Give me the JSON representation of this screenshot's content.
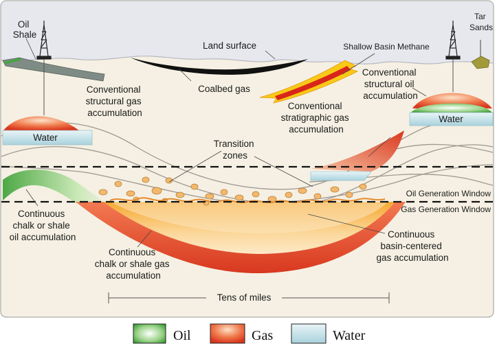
{
  "labels": {
    "oil_shale": [
      "Oil",
      "Shale"
    ],
    "tar_sands": [
      "Tar",
      "Sands"
    ],
    "land_surface": "Land surface",
    "shallow_basin_methane": "Shallow Basin Methane",
    "coalbed_gas": "Coalbed gas",
    "conv_struct_gas": [
      "Conventional",
      "structural gas",
      "accumulation"
    ],
    "conv_struct_oil": [
      "Conventional",
      "structural oil",
      "accumulation"
    ],
    "conv_strat_gas": [
      "Conventional",
      "stratigraphic gas",
      "accumulation"
    ],
    "water_left": "Water",
    "water_right": "Water",
    "transition_zones": [
      "Transition",
      "zones"
    ],
    "oil_window": "Oil Generation Window",
    "gas_window": "Gas Generation Window",
    "cont_chalk_oil": [
      "Continuous",
      "chalk or shale",
      "oil accumulation"
    ],
    "cont_chalk_gas": [
      "Continuous",
      "chalk or shale gas",
      "accumulation"
    ],
    "cont_basin_gas": [
      "Continuous",
      "basin-centered",
      "gas accumulation"
    ],
    "scale": "Tens of miles"
  },
  "legend": [
    {
      "label": "Oil",
      "color": "#3fa83a"
    },
    {
      "label": "Gas",
      "color": "#e0482a"
    },
    {
      "label": "Water",
      "color": "#b9dde6"
    }
  ],
  "colors": {
    "sky": "#e6e8ee",
    "ground": "#f5f0e3",
    "oil": "#3fa83a",
    "gas": "#e0482a",
    "water": "#b9dde6",
    "coal": "#111111",
    "shale": "#7f8c85"
  }
}
